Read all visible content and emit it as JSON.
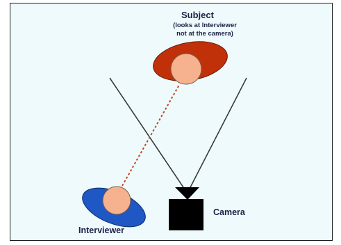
{
  "labels": {
    "subject": "Subject",
    "subject_note_line1": "(looks at Interviewer",
    "subject_note_line2": "not at the camera)",
    "camera": "Camera",
    "interviewer": "Interviewer"
  },
  "colors": {
    "background": "#eefafc",
    "subject_body": "#c0310a",
    "interviewer_body": "#1f58c4",
    "head": "#f6b28e",
    "camera": "#000000",
    "sightline": "#c8441a",
    "text": "#1e2147"
  }
}
